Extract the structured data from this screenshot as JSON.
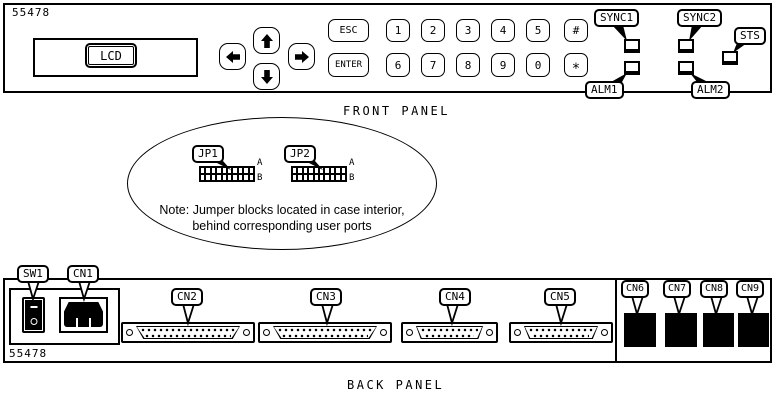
{
  "front_panel": {
    "corner_id": "55478",
    "title": "FRONT PANEL",
    "lcd": "LCD",
    "keys": {
      "esc": "ESC",
      "enter": "ENTER",
      "digits_row1": [
        "1",
        "2",
        "3",
        "4",
        "5"
      ],
      "digits_row2": [
        "6",
        "7",
        "8",
        "9",
        "0"
      ],
      "hash": "#",
      "star": "*"
    },
    "arrow_icons": [
      "left-arrow",
      "up-arrow",
      "down-arrow",
      "right-arrow"
    ],
    "indicators": {
      "sync1": "SYNC1",
      "sync2": "SYNC2",
      "sts": "STS",
      "alm1": "ALM1",
      "alm2": "ALM2"
    }
  },
  "jumper_note": {
    "jp1": "JP1",
    "jp2": "JP2",
    "row_a": "A",
    "row_b": "B",
    "line1": "Note: Jumper blocks located in case interior,",
    "line2": "behind corresponding user ports"
  },
  "back_panel": {
    "corner_id": "55478",
    "title": "BACK PANEL",
    "switch_label": "SW1",
    "power_label": "CN1",
    "connectors": {
      "cn2": "CN2",
      "cn3": "CN3",
      "cn4": "CN4",
      "cn5": "CN5",
      "cn6": "CN6",
      "cn7": "CN7",
      "cn8": "CN8",
      "cn9": "CN9"
    }
  }
}
